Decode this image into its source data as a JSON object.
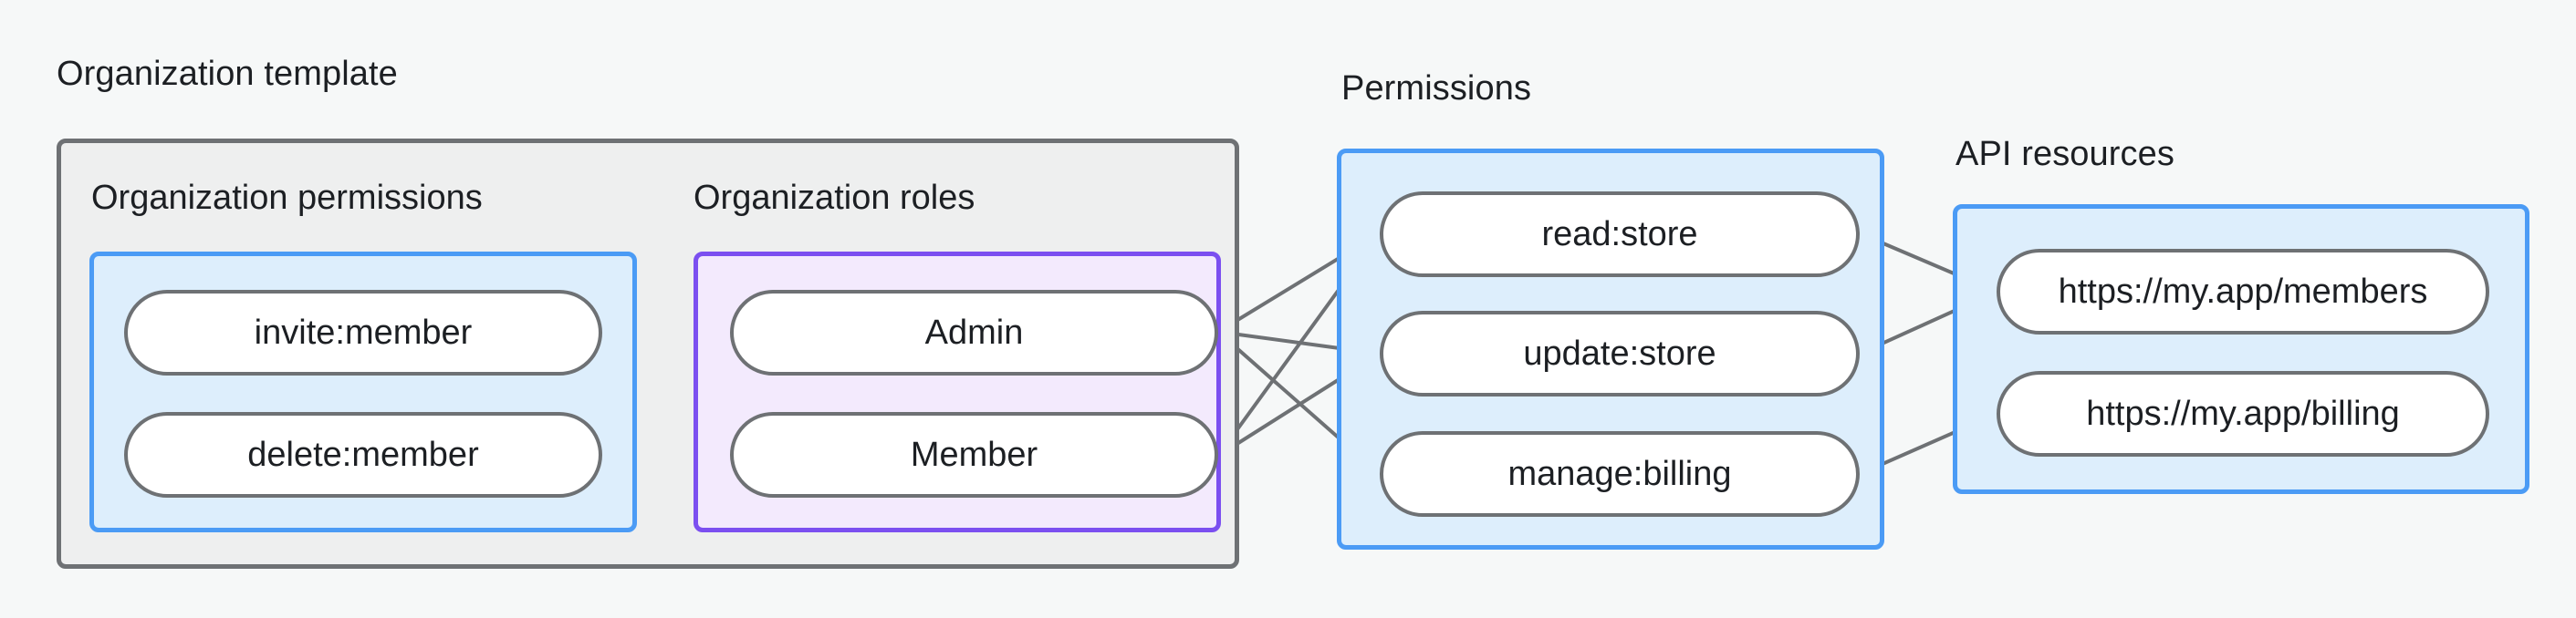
{
  "diagram": {
    "type": "relationship-flow",
    "background_color": "#f6f8f8",
    "captions": {
      "organization_template": "Organization template",
      "permissions": "Permissions",
      "api_resources": "API resources"
    },
    "sub_captions": {
      "organization_permissions": "Organization permissions",
      "organization_roles": "Organization roles"
    },
    "colors": {
      "outer_border": "#6e7174",
      "outer_fill": "#eeefef",
      "blue_border": "#4b9bf5",
      "blue_fill": "#ddeefc",
      "purple_border": "#7b4ff0",
      "purple_fill": "#f3eafd",
      "pill_border": "#6e7174",
      "pill_fill": "#ffffff",
      "wire": "#6e7174",
      "text": "#1c1f23"
    },
    "groups": {
      "organization_permissions": {
        "nodes": [
          {
            "id": "invite-member",
            "label": "invite:member"
          },
          {
            "id": "delete-member",
            "label": "delete:member"
          }
        ]
      },
      "organization_roles": {
        "nodes": [
          {
            "id": "admin",
            "label": "Admin"
          },
          {
            "id": "member",
            "label": "Member"
          }
        ]
      },
      "permissions": {
        "nodes": [
          {
            "id": "read-store",
            "label": "read:store"
          },
          {
            "id": "update-store",
            "label": "update:store"
          },
          {
            "id": "manage-billing",
            "label": "manage:billing"
          }
        ]
      },
      "api_resources": {
        "nodes": [
          {
            "id": "members-url",
            "label": "https://my.app/members"
          },
          {
            "id": "billing-url",
            "label": "https://my.app/billing"
          }
        ]
      }
    },
    "edges": [
      {
        "from": "invite-member",
        "to": "admin"
      },
      {
        "from": "invite-member",
        "to": "member"
      },
      {
        "from": "delete-member",
        "to": "member"
      },
      {
        "from": "admin",
        "to": "read-store"
      },
      {
        "from": "admin",
        "to": "update-store"
      },
      {
        "from": "admin",
        "to": "manage-billing"
      },
      {
        "from": "member",
        "to": "read-store"
      },
      {
        "from": "member",
        "to": "update-store"
      },
      {
        "from": "read-store",
        "to": "members-url"
      },
      {
        "from": "update-store",
        "to": "members-url"
      },
      {
        "from": "manage-billing",
        "to": "billing-url"
      }
    ]
  }
}
